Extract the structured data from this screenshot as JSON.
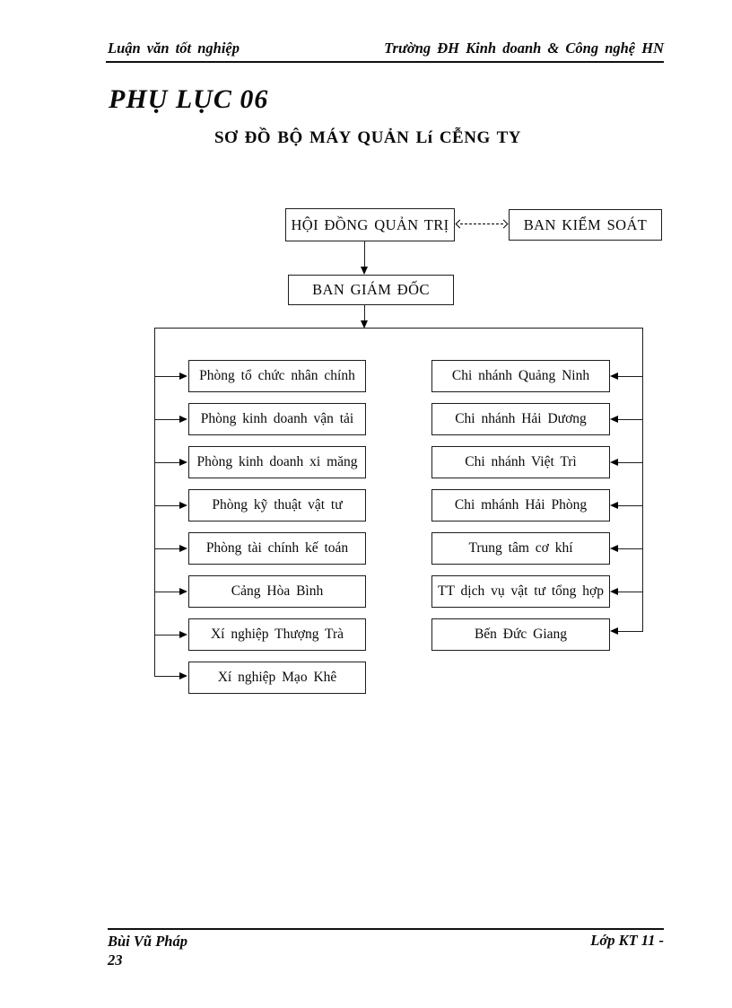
{
  "header": {
    "left": "Luận văn tốt nghiệp",
    "right": "Trường ĐH Kinh doanh & Công nghệ HN"
  },
  "title": "PHỤ LỤC 06",
  "diagram_title": "SƠ ĐỒ BỘ MÁY QUẢN Lí CỄNG TY",
  "diagram": {
    "type": "org-chart",
    "top_nodes": {
      "board": "HỘI ĐỒNG QUẢN TRỊ",
      "supervisory": "BAN KIỂM SOÁT",
      "management": "BAN GIÁM ĐỐC"
    },
    "left_units": [
      "Phòng tổ chức nhân chính",
      "Phòng kinh doanh vận tải",
      "Phòng kinh doanh xi măng",
      "Phòng kỹ thuật vật tư",
      "Phòng tài chính kế toán",
      "Cảng Hòa Bình",
      "Xí nghiệp Thượng Trà",
      "Xí nghiệp Mạo Khê"
    ],
    "right_units": [
      "Chi nhánh Quảng Ninh",
      "Chi nhánh Hải Dương",
      "Chi nhánh Việt Trì",
      "Chi mhánh Hải Phòng",
      "Trung tâm cơ khí",
      "TT dịch vụ vật tư tổng hợp",
      "Bến Đức Giang"
    ],
    "relations": {
      "board_supervisory": "dashed-two-way",
      "board_management": "directed-down",
      "management_units": "directed-down-then-branch"
    }
  },
  "footer": {
    "author": "Bùi Vũ Pháp",
    "page_number": "23",
    "class_label": "Lớp KT 11 -"
  }
}
